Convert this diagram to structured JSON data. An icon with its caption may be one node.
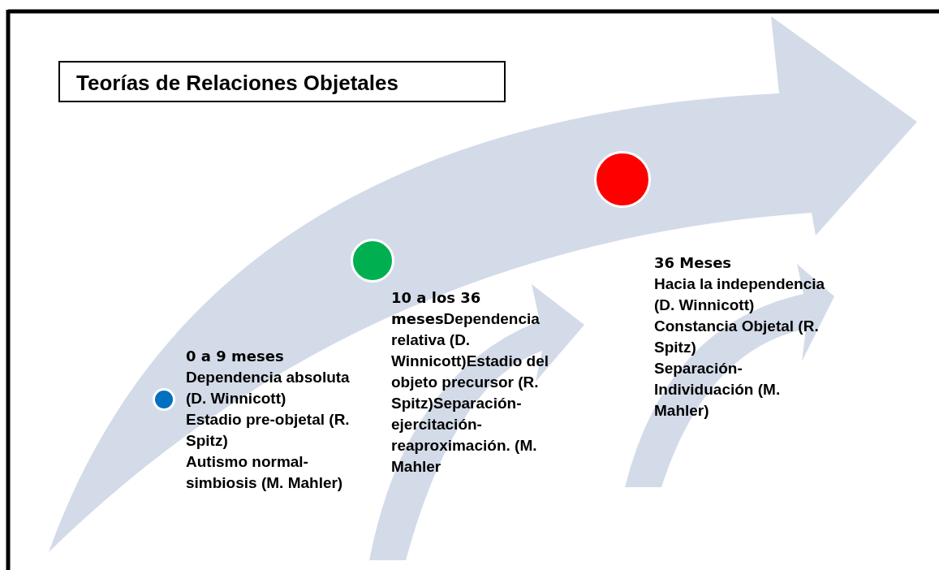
{
  "diagram": {
    "title": "Teorías de Relaciones Objetales",
    "nodes": [
      {
        "text": [],
        "shape": "circle"
      },
      {
        "text": [],
        "shape": "circle"
      },
      {
        "text": [],
        "shape": "circle"
      }
    ],
    "labels": [
      "0 a 9 meses",
      "Dependencia absoluta (D. Winnicott)",
      "Estadio pre-objetal (R. Spitz)",
      "Autismo normal-simbiosis (M. Mahler)",
      "10 a los 36 meses",
      "Dependencia relativa (D. Winnicott)Estadio del objeto precursor (R. Spitz)Separación-ejercitación-reaproximación. (M. Mahler",
      "36 Meses",
      "Hacia la independencia (D. Winnicott)",
      "Constancia Objetal (R. Spitz)",
      "Separación-Individuación (M. Mahler)"
    ]
  }
}
